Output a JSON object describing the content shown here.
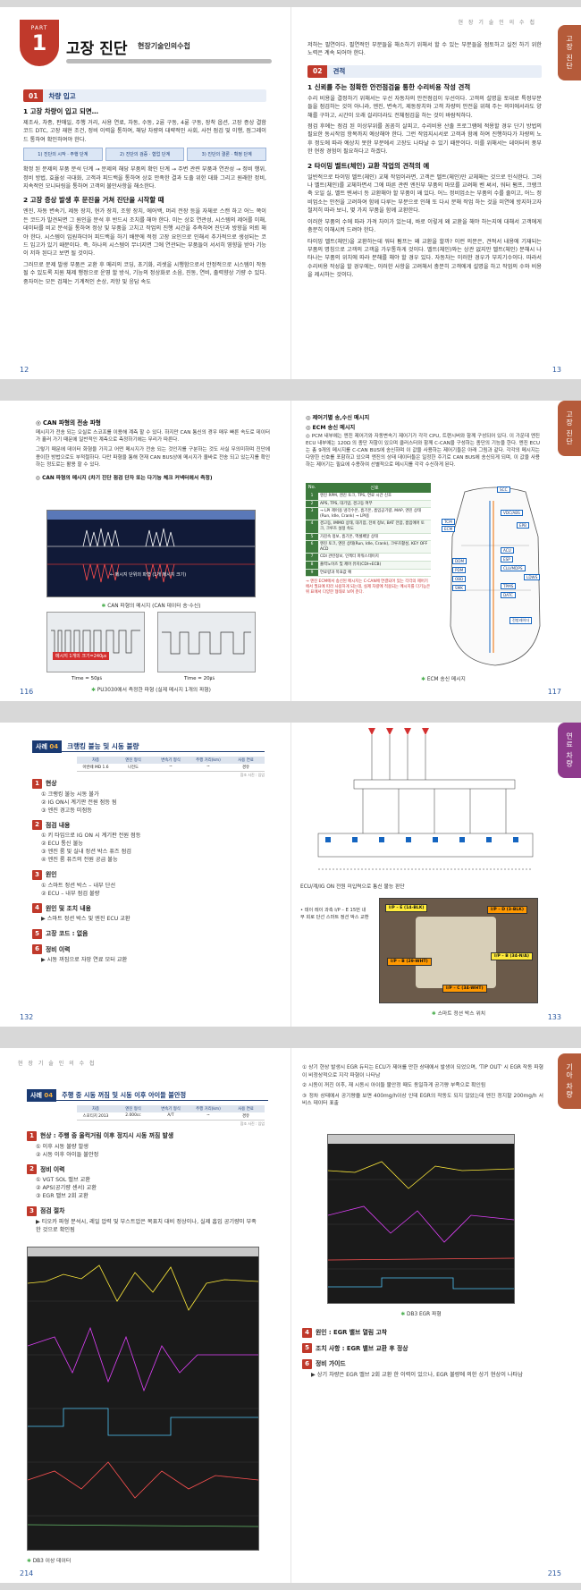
{
  "header_text": "현 장 기 술 인 의 수 첩",
  "spread1": {
    "left": {
      "part_label": "PART",
      "part_number": "1",
      "chapter_title": "고장 진단",
      "chapter_subtitle": "현장기술인의수첩",
      "section_no": "01",
      "section_title": "차량 입고",
      "h1": "1  고장 차량이 입고 되면…",
      "p1": "제조사, 차종, 판매일, 주행 거리, 사용 연료, 차동, 수동, 2륜 구동, 4륜 구동, 장착 옵션, 고장 증상 결함 코드 DTC, 고장 재현 조건, 정비 이력을 통하여, 해당 차량의 대략적인 사회, 사전 점검 및 이행, 점그레이드 통하여 확인하여야 한다.",
      "flow": [
        "1) 진단의 시작 · 주행 단계",
        "2) 진단의 검증 · 협업 단계",
        "3) 진단의 결론 · 확정 단계"
      ],
      "p2": "확정 된 문제의 부품 분석 단계 → 문제의 해당 부품의 확인 단계 → 주변 관련 부품과 연관성 → 정비 행위, 정비 방법, 효율성 극대화, 고객과 피드백을 통하여 상호 만족한 결과 도출 위한 대화 그리고 원래한 정비, 지속적인 모니터링을 통하여 고객의 불만사항을 해소한다.",
      "h2": "2  고장 증상 발생 후 문진을 거쳐 진단을 시작할 때",
      "p3": "엔진, 자동 변속기, 제동 장치, 현가 장치, 조향 장치, 에어백, 머리 전장 등을 자체로 스캔 하고 어느 쪽이든 코드가 발견되면 그 원인을 분석 후 반드시 조치를 해야 한다. 이는 상호 연관성, 시스템의 제어를 이해, 데이터를 비교 분석을 통하여 정상 및 부품을 고치고 작업의 진행 시간을 추측하여 진단과 방향을 의뢰 해야 한다. 시스템이 입원하더어 피드백을 하기 배분에 적정 고장 요인으로 인해서 추가적으로 생성되는 코드 입고가 있기 때문이다. 즉, 하나의 시스템이 무너지면 그에 연관되는 부품들이 서서히 영향을 받아 기능이 저하 된다고 보면 될 것이다.",
      "p4": "그러므로 문제 발생 부품은 교환 후 메리의 코딩, 초기화, 리셋을 시행함으로서 안정적으로 시스템이 작동될 수 있도록 지원 체제 행정으로 운영 할 방식, 기능의 정상화로 소음, 진동, 연비, 출력향상 기량 수 있다. 중자이는 모든 검체는 기계적인 손상, 저항 및 응답 속도",
      "page_no": "12"
    },
    "right": {
      "thumb_label": "고장 진단",
      "p0": "저하는 필연이다. 필연적인 부분들을 해소하기 위해서 할 수 있는 부분들을 점토하고 실전 하기 위한 노력은 계속 되어야 한다.",
      "section_no": "02",
      "section_title": "견적",
      "h1": "1  신뢰를 주는 정확한 안전점검을 통한 수리비용 작성 견적",
      "p1": "수리 비용을 결정하기 위해서는 우선 자동차의 안전점검이 우선이다. 고객의 설명을 토대로 특정부분들을 점검하는 것이 아니라, 엔진, 변속기, 제동장치와 고객 차량의 안전을 위해 주는 의미에서라도 양해를 구하고, 시간이 오래 걸리더라도 전체점검을 하는 것이 바람직하다.",
      "p2": "점검 후에는 점검 된 이상부위를 꼼꼼히 살피고, 수리비용 산출 프로그램에 적용할 경우 단기 방법의 필요한 동시작업 항목까지 예상해야 한다. 그런 작업지시서로 고객과 함께 하여 진행하다가 차량의 노후 정도에 따라 예상치 못한 부분에서 고장도 나타날 수 있기 때문이다. 이를 위해서는 데이터의 풍부한 현장 경험이 필요하다고 하겠다.",
      "h2": "2  타이밍 벨트(체인) 교환 작업의 견적의 예",
      "p3": "일반적으로 타이밍 벨트(체인) 교체 작업이라면, 고객은 벨트(체인)만 교체해는 것으로 인식한다. 그러나 벨트(체인)를 교체하면서 그에 따른 관련 엔진부 부품의 마모를 교려해 벤 써서, 워터 펌프, 크랭크축 오일 실, 벨트 텐셔너 등 교환해야 할 부품이 꽤 있다. 어느 정비업소는 부품의 수를 줄이고, 어느 정비업소는 안전을 고려하여 함께 다루는 부분으로 인해 또 다시 분해 작업 하는 것을 미연에 방지하고자 철저히 따라 보니, 몇 가지 부품을 함께 교환한다.",
      "p4": "이러한 부품의 수에 따라 가격 차이가 있는데, 바로 이렇게 왜 교환을 해야 하는지에 대해서 고객에게 충분히 이해시켜 드려야 한다.",
      "p5": "타이밍 벨트(체인)을 교환하는데 워터 펌프는 왜 교환을 할까? 이런 의문은, 견적서 내용에 기재되는 부품의 명칭으로 고객의 고객을 가우통하게 것이다. 벨트(체인)와는 상관 없지만 벨트(체인) 분해시 나타나는 부품의 위치에 따라 분해를 해야 할 경우 있다. 자동차는 이러한 경우가 부지기수이다. 따라서 수리비용 작성을 할 경우에는, 이러한 사항을 고려해서 충분히 고객에게 설명을 하고 작업의 수와 비용을 제시하는 것이다.",
      "page_no": "13"
    }
  },
  "spread2": {
    "left": {
      "h1": "◎ CAN 파형의 전송 파형",
      "p1": "메시지가 전송 되는 오실로 스코프를 이용해 계측 할 수 있다. 하지만 CAN 통신의 경우 매우 빠른 속도로 데이터가 흘러 가기 때문에 일반적인 계측으로 측정하기에는 무리가 따른다.",
      "p2": "그렇기 때문에 데이터 화형을 가지고 어떤 메시지가 전송 되는 것인지를 구분하는 것도 사실 무의미하며 진단에 용이한 방법으로도 부적절하다. 다만 파형을 통해 현재 CAN BUS상에 메시지가 올바로 전송 되고 있는지를 확인하는 정도로는 활용 할 수 있다.",
      "h2": "◎ CAN 파형의 메시지 (차기 진단 점검 단자 또는 다기능 체크 커넥터에서 측정)",
      "scope_caption": "← 메시지 단위의 파형 (1개 메시지 크기)",
      "fig1_caption": "CAN 파형의 메시지 (CAN 데이터 송·수신)",
      "zoom_label": "메시지 1개의 크기=240㎲",
      "time1": "Time = 50㎲",
      "time2": "Time = 20㎲",
      "fig2_caption": "PU3030에서 측정한 파형 (실제 메시지 1개의 파형)",
      "page_no": "116"
    },
    "right": {
      "thumb_label": "고장 진단",
      "h1": "◎ 제어기별 송,수신 메시지",
      "h2": "◎ ECM 송신 메시지",
      "p1": "◎ PCM 내부에는 엔진 제어기와 자동변속기 제어기가 각각 CPU, 트랜시버와 함께 구성되어 있다. 이 가운데 엔진 ECU 내부에는 120Ω 의 종단 저항이 있으며 클러스터와 함께 C-CAN을 구성하는 종단의 기능을 한다. 엔진 ECU는 총 9개의 메시지를 C-CAN BUS에 송신하며 이 값을 사용하는 제어기들은 아래 그림과 같다. 각각의 메시지는 다양한 신호를 포함하고 있으며 엔진의 상태 데이터들은 일정한 주기로 CAN BUS에 송신되게 되며, 이 값을 사용하는 제어기는 필요에 수용하여 선별적으로 메시지를 각각 수신하게 된다.",
      "table_head": [
        "No.",
        "신호"
      ],
      "table_rows": [
        [
          "1",
          "엔진 RPM, 엔진 토크, TPS, 연료 시간 신호"
        ],
        [
          "2",
          "APS, TPS, 대기압, 경고등 여부"
        ],
        [
          "3",
          "→ LPI 제어용 냉각수온, 흡기온, 흡입공기량, MAP, 엔진 상태(Run, Idle, Crank) → LPI용"
        ],
        [
          "4",
          "경고등, IMMO 상태, 대기압, 전비 정보, BAT 전압, 흡입에어 토크, 크루즈 설정 속도"
        ],
        [
          "5",
          "가감속 정보, 흡기온, 액셀페달 상태"
        ],
        [
          "6",
          "엔진 토크, 엔진 상태(Run, Idle, Crank), 크루즈활성, KEY OFF ACD"
        ],
        [
          "7",
          "CDI 관련정보, 인젝터 파워스테이지"
        ],
        [
          "8",
          "출력노이즈 및 제어 유지(CDI→ECB)"
        ],
        [
          "9",
          "연료량과 목표값 예"
        ]
      ],
      "red_note": "→ 엔진 ECM에서 송신된 메시지는 C-CAN에 연결되어 있는 각각의 제어기에서 필요에 따라 사용하게 되는데, 실제 차량에 적용되는 메시지를 다기능은 위 표에서 다양한 형태로 보여 준다.",
      "car_labels": [
        "SCC",
        "VDC/ABS",
        "EPB",
        "LDWS",
        "ACU",
        "ESP",
        "CLU/MDPS",
        "TPMS",
        "DATC",
        "TCM",
        "ECM",
        "DDM",
        "PDM",
        "OBD",
        "SMK",
        "전방레이더"
      ],
      "fig_caption": "ECM 송신 메시지",
      "page_no": "117"
    }
  },
  "spread3": {
    "left": {
      "case_label": "사례",
      "case_no": "04",
      "case_title": "크랭킹 불능 및 시동 불량",
      "table_head": [
        "차종",
        "엔진 형식",
        "변속기 형식",
        "주행 거리(km)",
        "사용 연료"
      ],
      "table_row": [
        "아반떼 MD 1.6",
        "나전도",
        "~",
        "~",
        "경유"
      ],
      "table_note": "참조 사진 : 임업",
      "sections": [
        {
          "no": "1",
          "title": "현상",
          "items": [
            "① 크랭킹 불능 시동 불가",
            "② IG ON시 계기판 전원 점등 됨",
            "③ 엔진 경고등 미점등"
          ]
        },
        {
          "no": "2",
          "title": "점검 내용",
          "items": [
            "① 키 타입으로 IG ON 시 계기판 전원 점등",
            "② ECU 통신 불능",
            "③ 엔진 룸 및 실내 정션 박스 퓨즈 점검",
            "④ 엔진 룸 퓨즈의 전원 공급 불능"
          ]
        },
        {
          "no": "3",
          "title": "원인",
          "items": [
            "① 스마트 정션 박스 – 내부 단선",
            "② ECU – 내부 점검 불량"
          ]
        },
        {
          "no": "4",
          "title": "원인 및 조치 내용",
          "items": [
            "▶ 스마트 정션 박스 및 엔진 ECU 교환"
          ]
        },
        {
          "no": "5",
          "title": "고장 코드 : 없음",
          "items": []
        },
        {
          "no": "6",
          "title": "정비 이력",
          "items": [
            "▶ 시동 꺼짐으로 자망 연료 모터 교환"
          ]
        }
      ],
      "page_no": "132"
    },
    "right": {
      "thumb_label": "연료 차량",
      "diagram_caption": "ECU/계/IG ON 전원 미입력으로 통신 불능 판단",
      "photo_note": "• 데이 레이 과측 I/P – E 15번 내부 회로 단선 스마트 정션 박스 교환",
      "photo_labels": [
        "I/P – E (14-BLK)",
        "I/P – D (3-BLK)",
        "I/P – B (29-WHT)",
        "I/P – B (34-N/A)",
        "I/P – C (34-WHT)"
      ],
      "photo_caption": "스마트 정션 박스 위치",
      "page_no": "133"
    }
  },
  "spread4": {
    "left": {
      "case_label": "사례",
      "case_no": "04",
      "case_title": "주행 중 시동 꺼짐 및 시동 이후 아이들 불안정",
      "table_head": [
        "차종",
        "엔진 형식",
        "변속기 형식",
        "주행 거리(km)",
        "사용 연료"
      ],
      "table_row": [
        "스포티지 2013",
        "2.000cc",
        "A/T",
        "~",
        "경유"
      ],
      "table_note": "참조 사진 : 임업",
      "sections": [
        {
          "no": "1",
          "title": "현상 : 주행 중 울컥거림 이후 정지시 시동 꺼짐 발생",
          "items": [
            "① 이후 시동 불량 발생",
            "② 시동 이후 아이들 불안정"
          ]
        },
        {
          "no": "2",
          "title": "정비 이력",
          "items": [
            "① VGT SOL 밸브 교환",
            "② APS(공기량 센서) 교환",
            "③ EGR 밸브 2회 교환"
          ]
        },
        {
          "no": "3",
          "title": "점검 절차",
          "items": [
            "▶ 티오카 파형 분석시, 레일 압력 및 부스트압은 목표치 대비 정상이나, 실제 흡입 공기량이 부족한 것으로 확인됨"
          ]
        }
      ],
      "scope_caption": "DB3 이상 데이터",
      "page_no": "214"
    },
    "right": {
      "thumb_label": "기아 차량",
      "items": [
        "① 상기 현상 발생시 EGR 듀티는 ECU가 제어를 만한 상태에서 발생이 되었으며, 'TIP OUT' 시 EGR 작동 파형이 비정상적으로 지각 파형이 나타남",
        "② 시동이 꺼진 이후, 재 시동시 아이들 불안정 때도 동일하게 공기량 부족으로 확인됨",
        "③ 정차 상태에서 공기량을 보면 400mg/h이상 인데 EGR의 작동도 되지 않았는데 엔진 정지할 200mg/h 서비스 데이터 표출"
      ],
      "scope_caption": "DB3 EGR 파형",
      "sections": [
        {
          "no": "4",
          "title": "원인 : EGR 밸브 열림 고착",
          "items": []
        },
        {
          "no": "5",
          "title": "조치 사항 : EGR 밸브 교환 후 정상",
          "items": []
        },
        {
          "no": "6",
          "title": "정비 가이드",
          "items": [
            "▶ 상기 차량은 EGR 밸브 2회 교환 한 이력이 있으나, EGR 불량에 의한 상기 현상이 나타남"
          ]
        }
      ],
      "page_no": "215"
    }
  }
}
